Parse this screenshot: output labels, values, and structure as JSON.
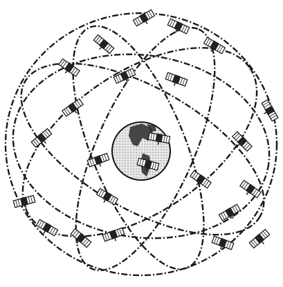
{
  "diagram": {
    "type": "satellite-constellation",
    "orbit_count": 6,
    "satellite_count": 24,
    "central_body": "earth-globe",
    "colors": {
      "ink": "#1a1a1a",
      "background": "#ffffff",
      "globe_fill": "#e6e6e6"
    }
  }
}
